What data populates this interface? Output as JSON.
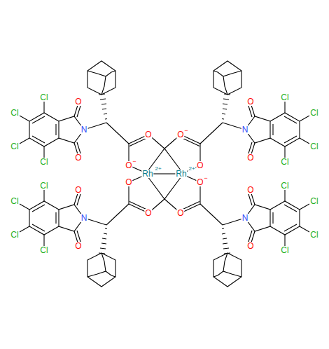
{
  "diagram": {
    "labels": [
      "Rh",
      "2+",
      "Rh",
      "2+",
      "O",
      "O",
      "O",
      "N",
      "O",
      "Cl",
      "Cl",
      "Cl",
      "Cl",
      "O",
      "O",
      "O",
      "N",
      "O",
      "Cl",
      "Cl",
      "Cl",
      "Cl",
      "O",
      "O",
      "O",
      "N",
      "O",
      "Cl",
      "Cl",
      "Cl",
      "Cl",
      "O",
      "O",
      "O",
      "N",
      "O",
      "Cl",
      "Cl",
      "Cl",
      "Cl",
      "−",
      "−",
      "−"
    ]
  }
}
